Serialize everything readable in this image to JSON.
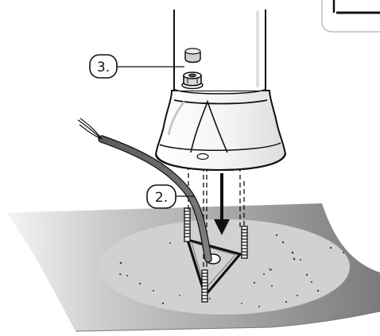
{
  "callouts": [
    {
      "label": "2.",
      "target": "anchor-bolts"
    },
    {
      "label": "3.",
      "target": "nut-and-cap"
    }
  ],
  "colors": {
    "floor_light": "#f3f3f3",
    "floor_dark": "#7a7a7a",
    "circle_fill": "#d0d0d0",
    "line": "#111111",
    "cable_fill": "#6a6a6a"
  }
}
